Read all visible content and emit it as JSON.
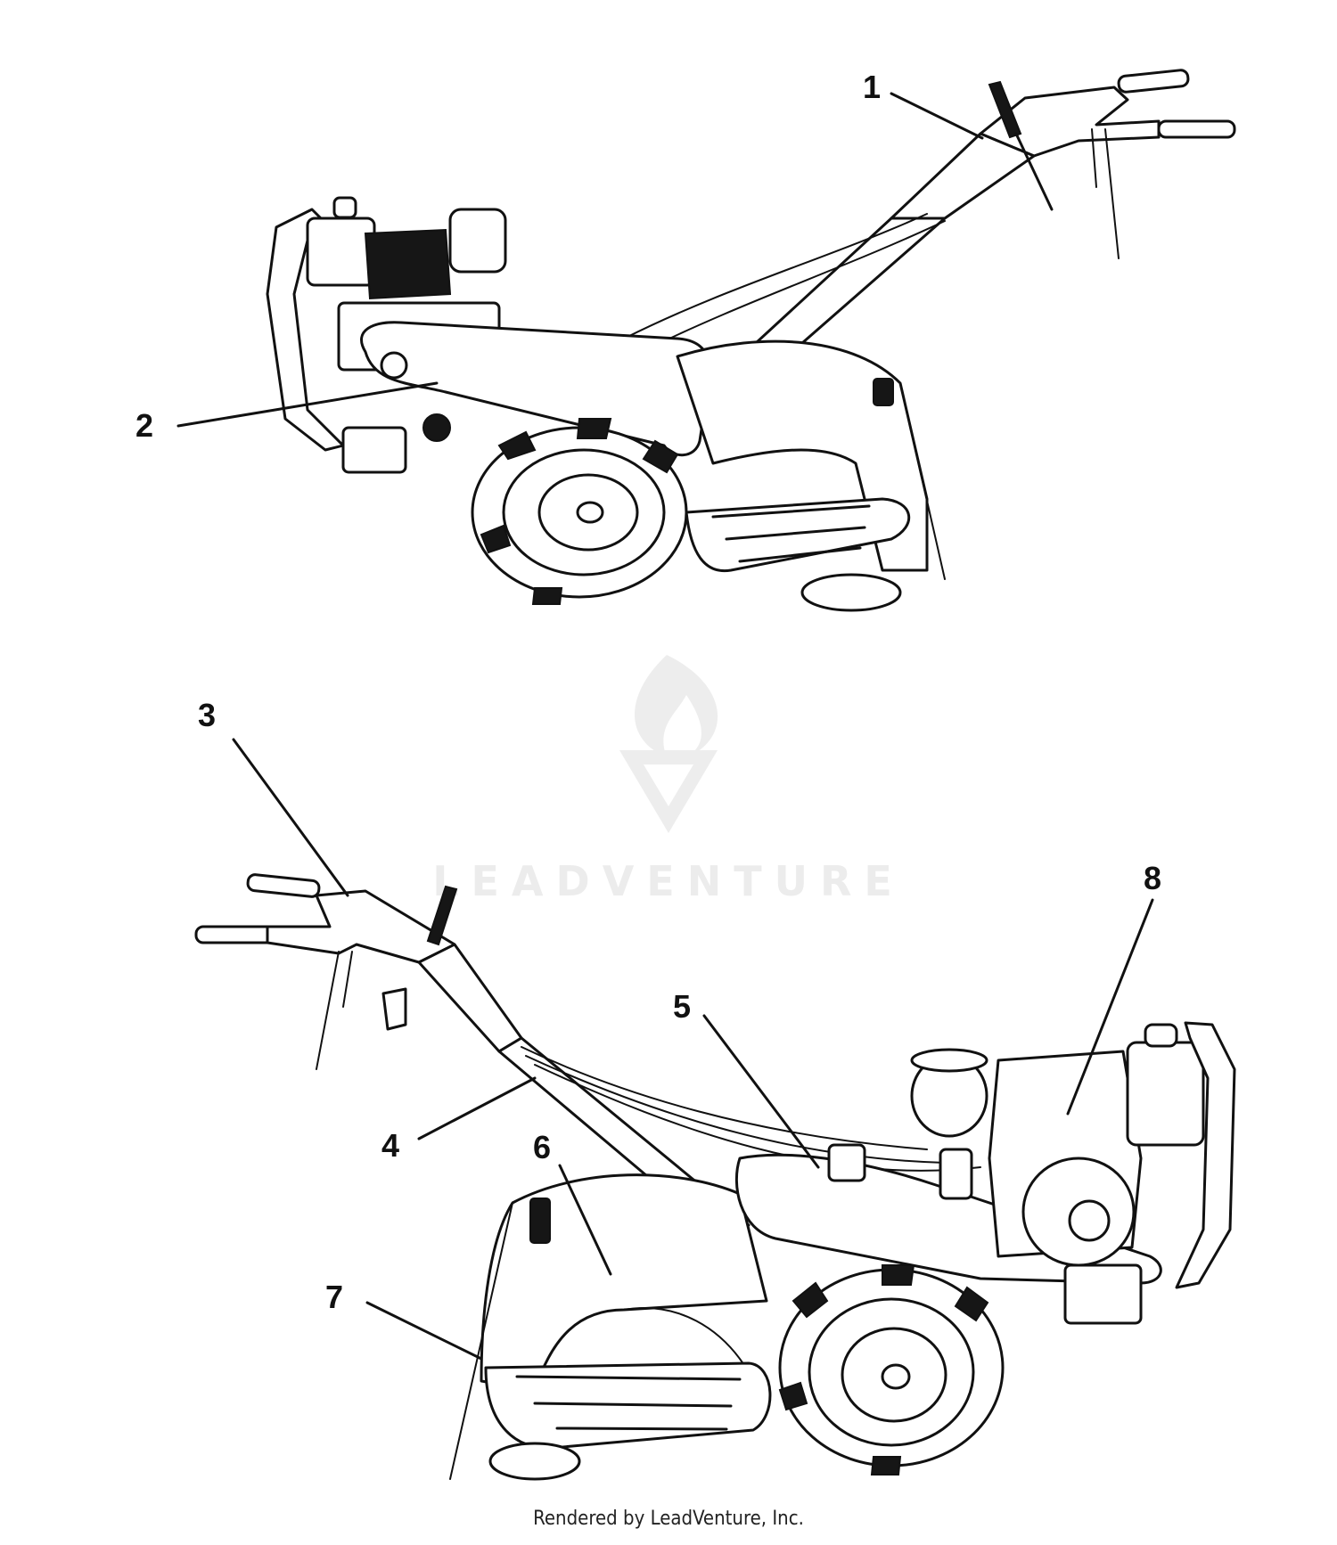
{
  "watermark": {
    "brand": "LEADVENTURE"
  },
  "footer": {
    "text": "Rendered by LeadVenture, Inc."
  },
  "callouts": [
    {
      "label": "1"
    },
    {
      "label": "2"
    },
    {
      "label": "3"
    },
    {
      "label": "4"
    },
    {
      "label": "5"
    },
    {
      "label": "6"
    },
    {
      "label": "7"
    },
    {
      "label": "8"
    }
  ],
  "colors": {
    "line": "#111111",
    "watermark": "#e6e6e6",
    "background": "#ffffff"
  }
}
